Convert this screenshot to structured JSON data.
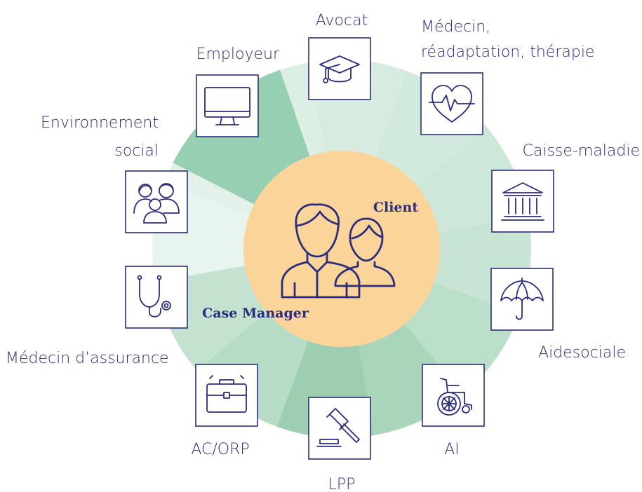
{
  "colors": {
    "ink": "#2b2d7c",
    "center_fill": "#fbd49a",
    "wedge_palette": [
      "#e8f4ee",
      "#e2f1ea",
      "#dcefe5",
      "#d7ece1",
      "#d2eadd",
      "#cde7d9",
      "#c7e4d4",
      "#bbdfc9",
      "#a9d6bb",
      "#9ccfb1",
      "#b7dcc6",
      "#c3e2d0"
    ]
  },
  "center": {
    "top_label": "Client",
    "bottom_label": "Case Manager",
    "icon": "people-icon"
  },
  "nodes": [
    {
      "id": "avocat",
      "label_lines": [
        "Avocat"
      ],
      "icon": "graduation-cap-icon"
    },
    {
      "id": "medecin-therapie",
      "label_lines": [
        "Médecin,",
        "réadaptation, thérapie"
      ],
      "icon": "heart-rate-icon"
    },
    {
      "id": "caisse-maladie",
      "label_lines": [
        "Caisse-maladie"
      ],
      "icon": "bank-icon"
    },
    {
      "id": "aidesociale",
      "label_lines": [
        "Aidesociale"
      ],
      "icon": "umbrella-icon"
    },
    {
      "id": "ai",
      "label_lines": [
        "AI"
      ],
      "icon": "wheelchair-icon"
    },
    {
      "id": "lpp",
      "label_lines": [
        "LPP"
      ],
      "icon": "gavel-icon"
    },
    {
      "id": "ac-orp",
      "label_lines": [
        "AC/ORP"
      ],
      "icon": "briefcase-icon"
    },
    {
      "id": "medecin-assurance",
      "label_lines": [
        "Médecin d’assurance"
      ],
      "icon": "stethoscope-icon"
    },
    {
      "id": "environnement-social",
      "label_lines": [
        "Environnement",
        "social"
      ],
      "icon": "family-icon"
    },
    {
      "id": "employeur",
      "label_lines": [
        "Employeur"
      ],
      "icon": "monitor-icon"
    }
  ]
}
